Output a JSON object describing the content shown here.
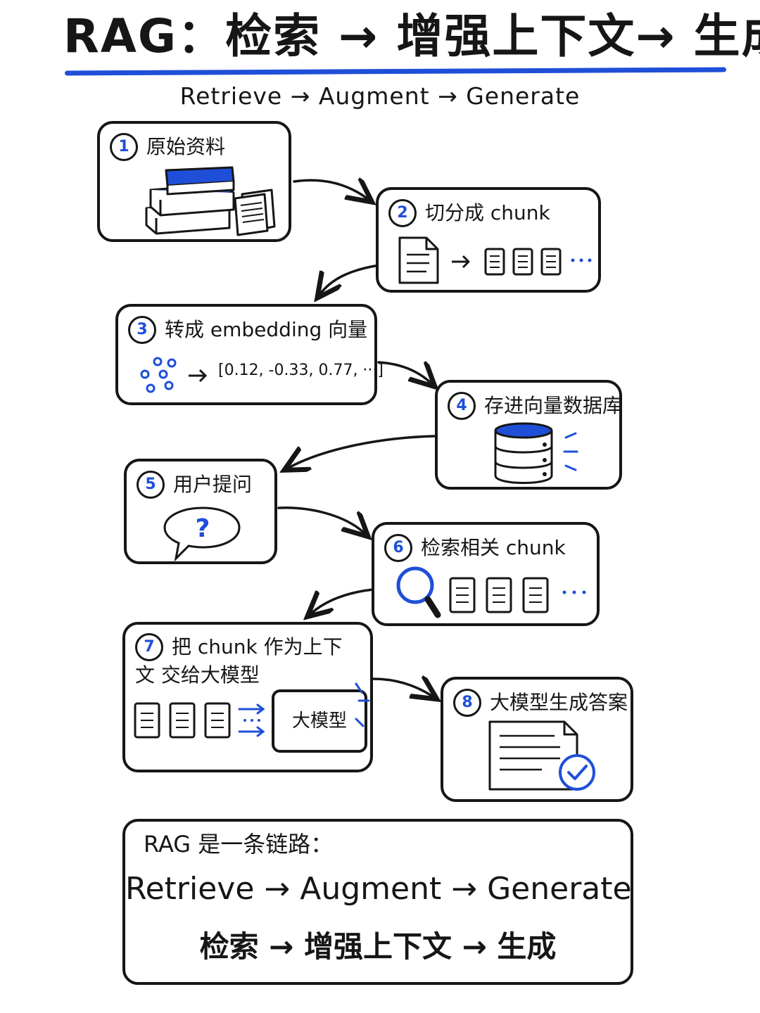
{
  "header": {
    "title": "RAG：检索 → 增强上下文→ 生成",
    "subtitle": "Retrieve  →  Augment  →  Generate"
  },
  "steps": [
    {
      "num": "1",
      "label": "原始资料"
    },
    {
      "num": "2",
      "label": "切分成 chunk"
    },
    {
      "num": "3",
      "label": "转成 embedding 向量",
      "vector": "[0.12, -0.33, 0.77, ···]"
    },
    {
      "num": "4",
      "label": "存进向量数据库"
    },
    {
      "num": "5",
      "label": "用户提问"
    },
    {
      "num": "6",
      "label": "检索相关 chunk"
    },
    {
      "num": "7",
      "label": "把 chunk 作为上下文 交给大模型",
      "model": "大模型"
    },
    {
      "num": "8",
      "label": "大模型生成答案"
    }
  ],
  "summary": {
    "heading": "RAG 是一条链路：",
    "english": "Retrieve → Augment → Generate",
    "chinese": "检索  → 增强上下文 → 生成"
  },
  "colors": {
    "accent": "#1f4fd8",
    "ink": "#161616"
  }
}
